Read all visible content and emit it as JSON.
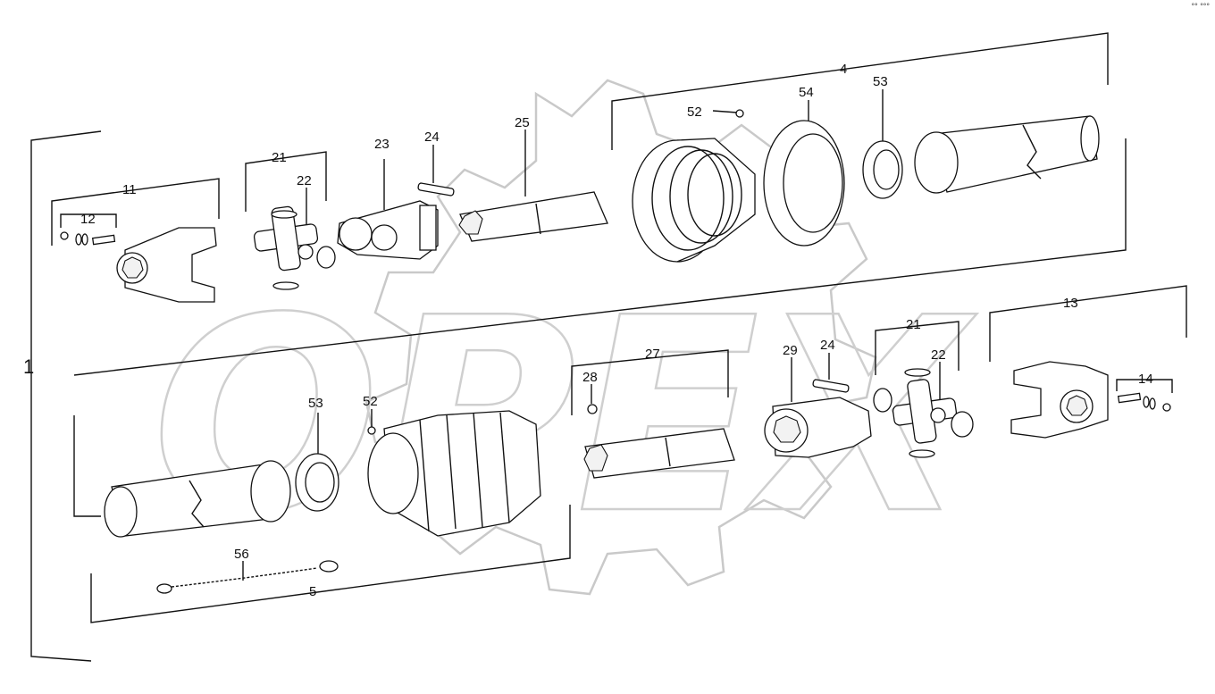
{
  "labels": {
    "l1": "1",
    "l4": "4",
    "l5": "5",
    "l11": "11",
    "l12": "12",
    "l13": "13",
    "l14": "14",
    "l21a": "21",
    "l21b": "21",
    "l22a": "22",
    "l22b": "22",
    "l23": "23",
    "l24a": "24",
    "l24b": "24",
    "l25": "25",
    "l27": "27",
    "l28": "28",
    "l29": "29",
    "l52a": "52",
    "l52b": "52",
    "l53a": "53",
    "l53b": "53",
    "l54": "54",
    "l56": "56"
  },
  "watermark": {
    "logo_text": "OPEX"
  },
  "corner_mark": "°° °°°",
  "colors": {
    "line": "#111111",
    "watermark": "#c9c9c9"
  }
}
